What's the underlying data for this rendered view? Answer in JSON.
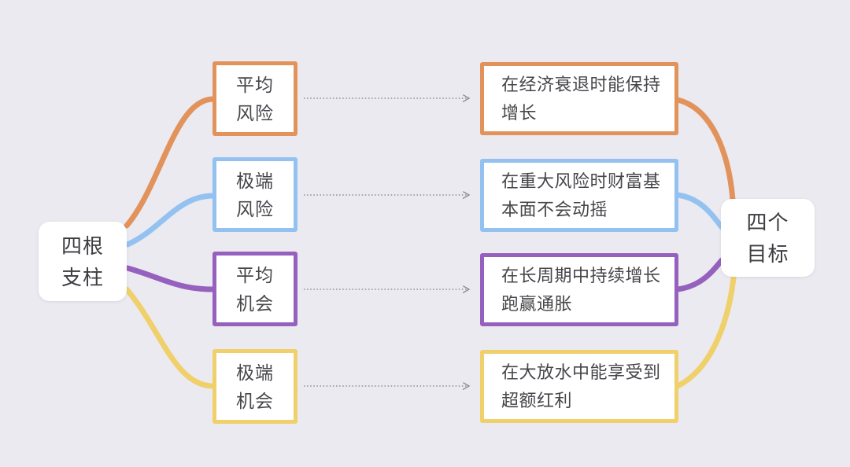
{
  "background_color": "#EBEAF1",
  "arrow_color": "#8C8C92",
  "left_root": {
    "label": "四根\n支柱"
  },
  "right_root": {
    "label": "四个\n目标"
  },
  "branches": [
    {
      "name": "average-risk",
      "label": "平均\n风险",
      "color": "#E2935C",
      "goal": "在经济衰退时能保持增长"
    },
    {
      "name": "extreme-risk",
      "label": "极端\n风险",
      "color": "#94C2F0",
      "goal": "在重大风险时财富基本面不会动摇"
    },
    {
      "name": "average-opportunity",
      "label": "平均\n机会",
      "color": "#9661BE",
      "goal": "在长周期中持续增长跑赢通胀"
    },
    {
      "name": "extreme-opportunity",
      "label": "极端\n机会",
      "color": "#F0D06B",
      "goal": "在大放水中能享受到超额红利"
    }
  ]
}
